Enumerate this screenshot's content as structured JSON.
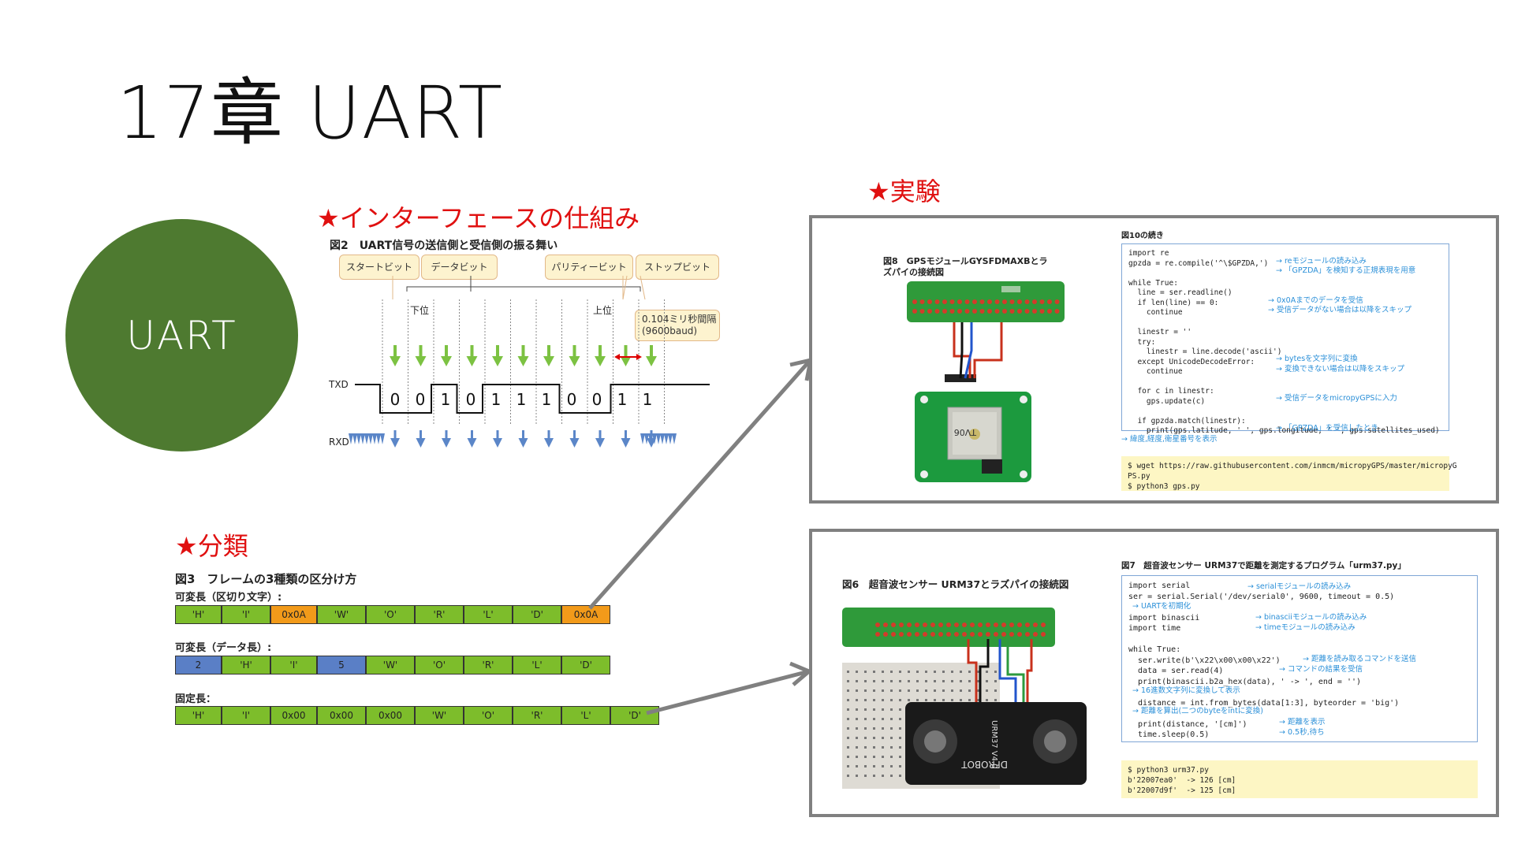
{
  "slide": {
    "title": "17章 UART",
    "circle_label": "UART"
  },
  "mechanism": {
    "heading": "★インターフェースの仕組み",
    "figure_title": "図2　UART信号の送信側と受信側の振る舞い",
    "callouts": {
      "start": "スタートビット",
      "data": "データビット",
      "parity": "パリティービット",
      "stop": "ストップビット",
      "interval": "0.104ミリ秒間隔\n(9600baud)"
    },
    "lower": "下位",
    "upper": "上位",
    "txd": "TXD",
    "rxd": "RXD",
    "bits": [
      "0",
      "0",
      "1",
      "0",
      "1",
      "1",
      "1",
      "0",
      "0",
      "1",
      "1"
    ]
  },
  "classification": {
    "heading": "★分類",
    "figure_title": "図3　フレームの3種類の区分け方",
    "rows": [
      {
        "label": "可変長（区切り文字）:",
        "cells": [
          {
            "t": "'H'",
            "c": "green"
          },
          {
            "t": "'I'",
            "c": "green"
          },
          {
            "t": "0x0A",
            "c": "orange"
          },
          {
            "t": "'W'",
            "c": "green"
          },
          {
            "t": "'O'",
            "c": "green"
          },
          {
            "t": "'R'",
            "c": "green"
          },
          {
            "t": "'L'",
            "c": "green"
          },
          {
            "t": "'D'",
            "c": "green"
          },
          {
            "t": "0x0A",
            "c": "orange"
          }
        ]
      },
      {
        "label": "可変長（データ長）:",
        "cells": [
          {
            "t": "2",
            "c": "blue"
          },
          {
            "t": "'H'",
            "c": "green"
          },
          {
            "t": "'I'",
            "c": "green"
          },
          {
            "t": "5",
            "c": "blue"
          },
          {
            "t": "'W'",
            "c": "green"
          },
          {
            "t": "'O'",
            "c": "green"
          },
          {
            "t": "'R'",
            "c": "green"
          },
          {
            "t": "'L'",
            "c": "green"
          },
          {
            "t": "'D'",
            "c": "green"
          }
        ]
      },
      {
        "label": "固定長：",
        "cells": [
          {
            "t": "'H'",
            "c": "green"
          },
          {
            "t": "'I'",
            "c": "green"
          },
          {
            "t": "0x00",
            "c": "green"
          },
          {
            "t": "0x00",
            "c": "green"
          },
          {
            "t": "0x00",
            "c": "green"
          },
          {
            "t": "'W'",
            "c": "green"
          },
          {
            "t": "'O'",
            "c": "green"
          },
          {
            "t": "'R'",
            "c": "green"
          },
          {
            "t": "'L'",
            "c": "green"
          },
          {
            "t": "'D'",
            "c": "green"
          }
        ]
      }
    ]
  },
  "experiment": {
    "heading": "★実験",
    "gps": {
      "figure_title": "図8　GPSモジュールGYSFDMAXBとラズパイの接続図",
      "module_text": "TV06",
      "code_title": "図10の続き",
      "code": "import re\ngpzda = re.compile('^\\$GPZDA,')\n\nwhile True:\n  line = ser.readline()\n  if len(line) == 0:\n    continue\n\n  linestr = ''\n  try:\n    linestr = line.decode('ascii')\n  except UnicodeDecodeError:\n    continue\n\n  for c in linestr:\n    gps.update(c)\n\n  if gpzda.match(linestr):\n    print(gps.latitude, ' ', gps.longitude, ' ', gps.satellites_used)",
      "comments": [
        "reモジュールの読み込み",
        "「GPZDA」を検知する正規表現を用意",
        "0x0Aまでのデータを受信",
        "受信データがない場合は以降をスキップ",
        "bytesを文字列に変換",
        "変換できない場合は以降をスキップ",
        "受信データをmicropyGPSに入力",
        "「GPZDA」を受信したとき",
        "緯度,経度,衛星番号を表示"
      ],
      "terminal": "$ wget https://raw.githubusercontent.com/inmcm/micropyGPS/master/micropyG\nPS.py\n$ python3 gps.py"
    },
    "ultrasonic": {
      "figure_title": "図6　超音波センサー URM37とラズパイの接続図",
      "sensor_text": "URM37 V4.0",
      "brand": "DFROBOT",
      "code_title": "図7　超音波センサー URM37で距離を測定するプログラム「urm37.py」",
      "code": "import serial\nser = serial.Serial('/dev/serial0', 9600, timeout = 0.5)\n\nimport binascii\nimport time\n\nwhile True:\n  ser.write(b'\\x22\\x00\\x00\\x22')\n  data = ser.read(4)\n  print(binascii.b2a_hex(data), ' -> ', end = '')\n\n  distance = int.from_bytes(data[1:3], byteorder = 'big')\n\n  print(distance, '[cm]')\n  time.sleep(0.5)",
      "comments": [
        "serialモジュールの読み込み",
        "UARTを初期化",
        "binasciiモジュールの読み込み",
        "timeモジュールの読み込み",
        "距離を読み取るコマンドを送信",
        "コマンドの結果を受信",
        "16進数文字列に変換して表示",
        "距離を算出(二つのbyteをintに変換)",
        "距離を表示",
        "0.5秒,待ち"
      ],
      "terminal": "$ python3 urm37.py\nb'22007ea0'  -> 126 [cm]\nb'22007d9f'  -> 125 [cm]"
    }
  }
}
